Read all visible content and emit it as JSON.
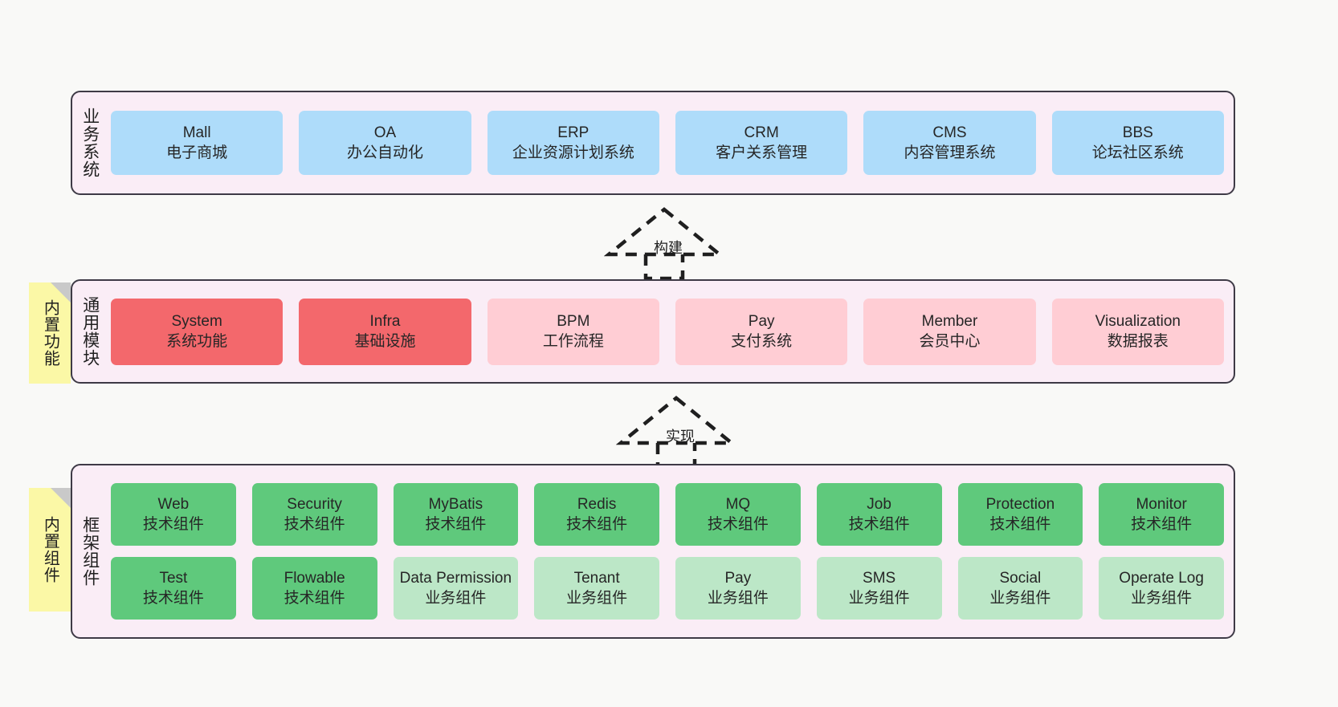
{
  "diagram": {
    "title": "",
    "colors": {
      "layer_bg": "#FAEDF6",
      "layer_border": "#3E3A46",
      "business": "#AEDCFA",
      "module_core": "#F3686C",
      "module_opt": "#FFCDD4",
      "component_tech": "#5FC97C",
      "component_biz": "#BCE7C7",
      "note": "#FBF8A6",
      "canvas": "#F9F9F7"
    }
  },
  "layers": [
    {
      "id": "business-system",
      "label": "业务系统",
      "rows": [
        {
          "items": [
            {
              "en": "Mall",
              "cn": "电子商城",
              "style": "c-blue"
            },
            {
              "en": "OA",
              "cn": "办公自动化",
              "style": "c-blue"
            },
            {
              "en": "ERP",
              "cn": "企业资源计划系统",
              "style": "c-blue"
            },
            {
              "en": "CRM",
              "cn": "客户关系管理",
              "style": "c-blue"
            },
            {
              "en": "CMS",
              "cn": "内容管理系统",
              "style": "c-blue"
            },
            {
              "en": "BBS",
              "cn": "论坛社区系统",
              "style": "c-blue"
            }
          ]
        }
      ]
    },
    {
      "id": "common-module",
      "label": "通用模块",
      "rows": [
        {
          "items": [
            {
              "en": "System",
              "cn": "系统功能",
              "style": "c-red"
            },
            {
              "en": "Infra",
              "cn": "基础设施",
              "style": "c-red"
            },
            {
              "en": "BPM",
              "cn": "工作流程",
              "style": "c-pink"
            },
            {
              "en": "Pay",
              "cn": "支付系统",
              "style": "c-pink"
            },
            {
              "en": "Member",
              "cn": "会员中心",
              "style": "c-pink"
            },
            {
              "en": "Visualization",
              "cn": "数据报表",
              "style": "c-pink"
            }
          ]
        }
      ]
    },
    {
      "id": "framework-component",
      "label": "框架组件",
      "rows": [
        {
          "items": [
            {
              "en": "Web",
              "cn": "技术组件",
              "style": "c-green"
            },
            {
              "en": "Security",
              "cn": "技术组件",
              "style": "c-green"
            },
            {
              "en": "MyBatis",
              "cn": "技术组件",
              "style": "c-green"
            },
            {
              "en": "Redis",
              "cn": "技术组件",
              "style": "c-green"
            },
            {
              "en": "MQ",
              "cn": "技术组件",
              "style": "c-green"
            },
            {
              "en": "Job",
              "cn": "技术组件",
              "style": "c-green"
            },
            {
              "en": "Protection",
              "cn": "技术组件",
              "style": "c-green"
            },
            {
              "en": "Monitor",
              "cn": "技术组件",
              "style": "c-green"
            }
          ]
        },
        {
          "items": [
            {
              "en": "Test",
              "cn": "技术组件",
              "style": "c-green"
            },
            {
              "en": "Flowable",
              "cn": "技术组件",
              "style": "c-green"
            },
            {
              "en": "Data Permission",
              "cn": "业务组件",
              "style": "c-lgreen"
            },
            {
              "en": "Tenant",
              "cn": "业务组件",
              "style": "c-lgreen"
            },
            {
              "en": "Pay",
              "cn": "业务组件",
              "style": "c-lgreen"
            },
            {
              "en": "SMS",
              "cn": "业务组件",
              "style": "c-lgreen"
            },
            {
              "en": "Social",
              "cn": "业务组件",
              "style": "c-lgreen"
            },
            {
              "en": "Operate Log",
              "cn": "业务组件",
              "style": "c-lgreen"
            }
          ]
        }
      ]
    }
  ],
  "notes": [
    {
      "id": "note-builtin-function",
      "label": "内置功能"
    },
    {
      "id": "note-builtin-component",
      "label": "内置组件"
    }
  ],
  "connectors": [
    {
      "id": "connector-build",
      "label": "构建"
    },
    {
      "id": "connector-realize",
      "label": "实现"
    }
  ]
}
